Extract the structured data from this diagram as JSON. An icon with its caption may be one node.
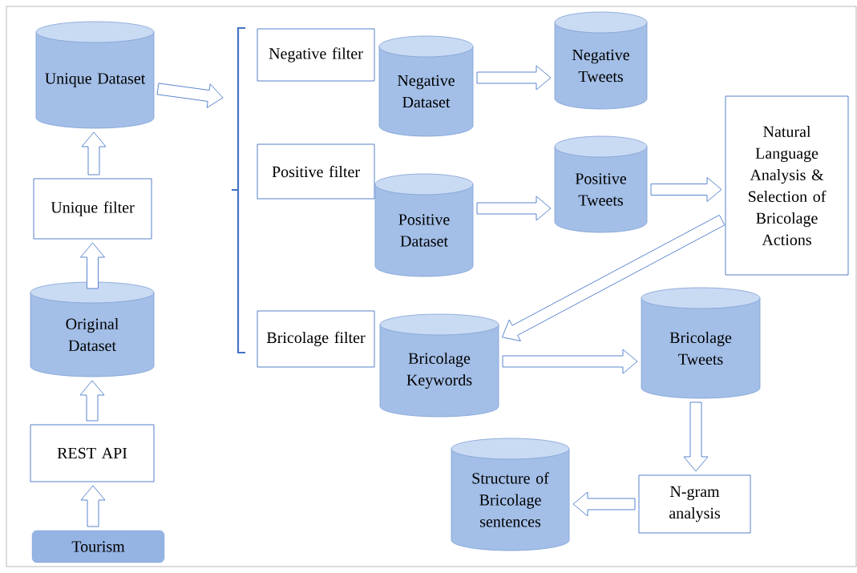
{
  "diagram": {
    "nodes": [
      {
        "text": [
          "Tourism"
        ]
      },
      {
        "text": [
          "REST API"
        ]
      },
      {
        "text": [
          "Original Dataset"
        ]
      },
      {
        "text": [
          "Unique filter"
        ]
      },
      {
        "text": [
          "Unique Dataset"
        ]
      },
      {
        "text": [
          "Negative filter"
        ]
      },
      {
        "text": [
          "Negative Dataset"
        ]
      },
      {
        "text": [
          "Negative Tweets"
        ]
      },
      {
        "text": [
          "Positive filter"
        ]
      },
      {
        "text": [
          "Positive Dataset"
        ]
      },
      {
        "text": [
          "Positive Tweets"
        ]
      },
      {
        "text": [
          "Natural Language Analysis & Selection of Bricolage Actions"
        ]
      },
      {
        "text": [
          "Bricolage filter"
        ]
      },
      {
        "text": [
          "Bricolage Keywords"
        ]
      },
      {
        "text": [
          "Bricolage Tweets"
        ]
      },
      {
        "text": [
          "Structure of Bricolage sentences"
        ]
      },
      {
        "text": [
          "N-gram analysis"
        ]
      }
    ],
    "edges": [
      {
        "from": 0,
        "to": 1,
        "arrow": "to"
      },
      {
        "from": 1,
        "to": 2,
        "arrow": "to"
      },
      {
        "from": 2,
        "to": 3,
        "arrow": "to"
      },
      {
        "from": 3,
        "to": 4,
        "arrow": "to"
      },
      {
        "from": 4,
        "to": null,
        "arrow": "to"
      },
      {
        "from": 6,
        "to": 7,
        "arrow": "to"
      },
      {
        "from": 9,
        "to": 10,
        "arrow": "to"
      },
      {
        "from": 10,
        "to": 11,
        "arrow": "to"
      },
      {
        "from": 11,
        "to": 13,
        "arrow": "to"
      },
      {
        "from": 13,
        "to": 14,
        "arrow": "to"
      },
      {
        "from": 14,
        "to": 16,
        "arrow": "to"
      },
      {
        "from": 16,
        "to": 15,
        "arrow": "to"
      }
    ]
  }
}
